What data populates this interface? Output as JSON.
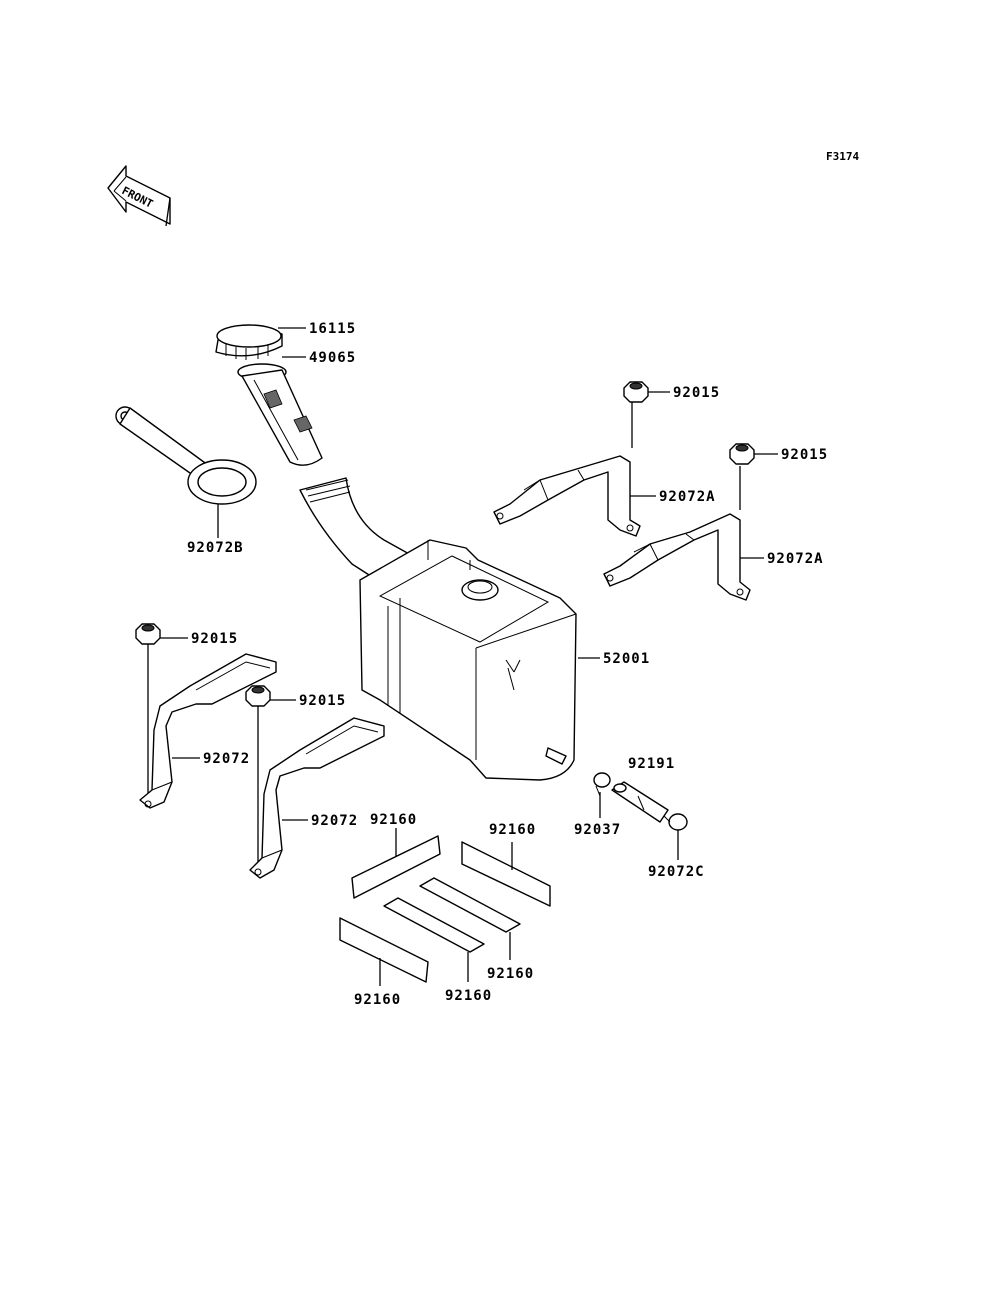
{
  "diagram": {
    "code": "F3174",
    "front_label": "FRONT",
    "parts": {
      "fuel_cap": "16115",
      "filler_neck": "49065",
      "tether": "92072B",
      "tank": "52001",
      "nut_right_upper": "92015",
      "nut_right_lower": "92015",
      "bracket_right_upper": "92072A",
      "bracket_right_lower": "92072A",
      "nut_left_upper": "92015",
      "nut_left_lower": "92015",
      "bracket_left_upper": "92072",
      "bracket_left_lower": "92072",
      "fitting": "92191",
      "clamp_a": "92037",
      "clamp_c": "92072C",
      "pad_1": "92160",
      "pad_2": "92160",
      "pad_3": "92160",
      "pad_4": "92160",
      "pad_5": "92160"
    }
  }
}
